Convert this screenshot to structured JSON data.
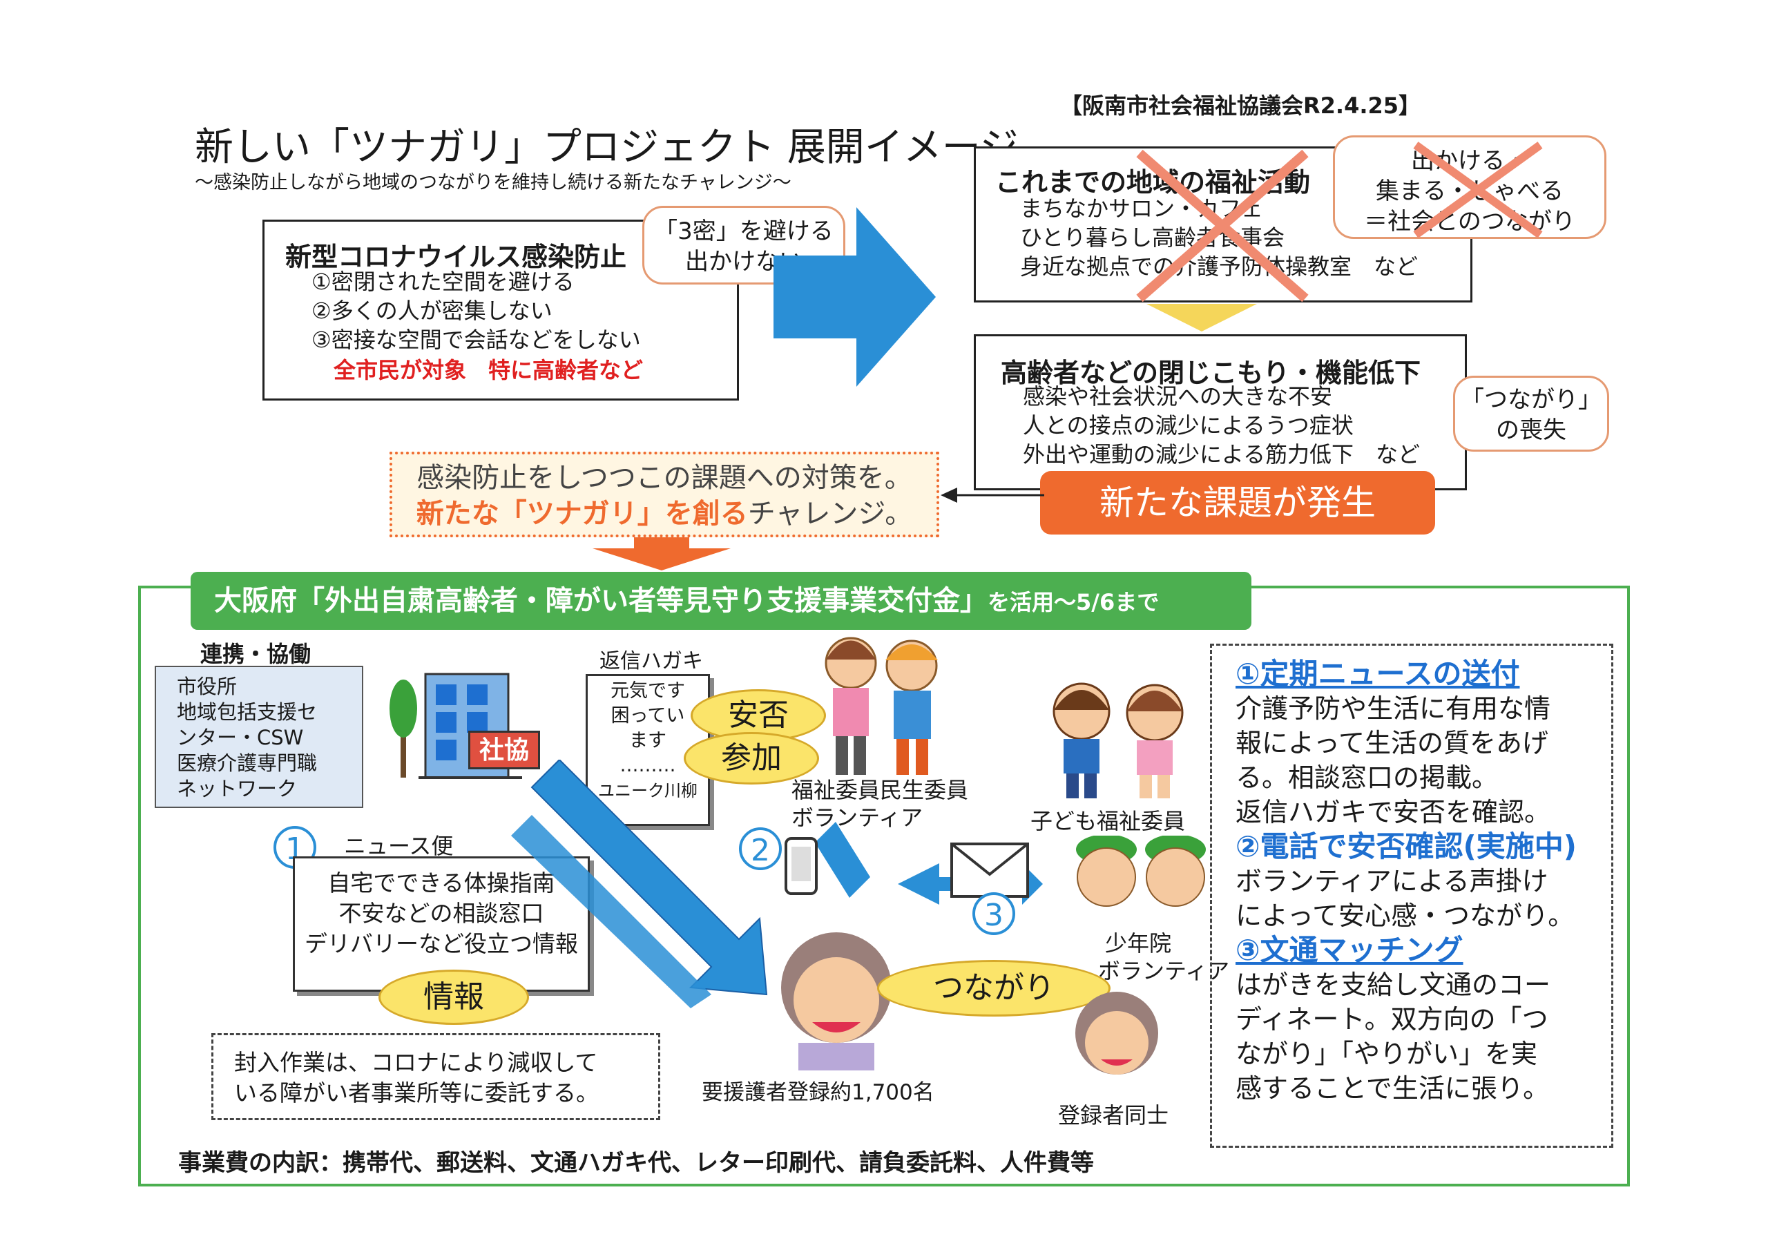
{
  "header": {
    "org": "【阪南市社会福祉協議会R2.4.25】",
    "title": "新しい「ツナガリ」プロジェクト 展開イメージ",
    "subtitle": "〜感染防止しながら地域のつながりを維持し続ける新たなチャレンジ〜"
  },
  "corona": {
    "title": "新型コロナウイルス感染防止",
    "items": [
      "①密閉された空間を避ける",
      "②多くの人が密集しない",
      "③密接な空間で会話などをしない"
    ],
    "target": "全市民が対象　特に高齢者など",
    "bubble": [
      "「3密」を避ける",
      "出かけない"
    ]
  },
  "activities": {
    "title": "これまでの地域の福祉活動",
    "items": [
      "まちなかサロン・カフェ",
      "ひとり暮らし高齢者食事会",
      "身近な拠点での介護予防体操教室　など"
    ],
    "bubble": [
      "出かける・",
      "集まる・しゃべる",
      "＝社会とのつながり"
    ]
  },
  "decline": {
    "title": "高齢者などの閉じこもり・機能低下",
    "items": [
      "感染や社会状況への大きな不安",
      "人との接点の減少によるうつ症状",
      "外出や運動の減少による筋力低下　など"
    ],
    "bubble": [
      "「つながり」",
      "の喪失"
    ],
    "new_issue": "新たな課題が発生"
  },
  "challenge": {
    "line1": "感染防止をしつつこの課題への対策を。",
    "line2_emph": "新たな「ツナガリ」を創る",
    "line2_rest": "チャレンジ。"
  },
  "banner": {
    "main": "大阪府「外出自粛高齢者・障がい者等見守り支援事業交付金」",
    "suffix": "を活用〜5/6まで"
  },
  "partners": {
    "heading": "連携・協働",
    "lines": [
      "市役所",
      "地域包括支援セ",
      "ンター・CSW",
      "医療介護専門職",
      "ネットワーク"
    ],
    "building_label": "社協"
  },
  "postcard": {
    "heading": "返信ハガキ",
    "lines": [
      "元気です",
      "困ってい",
      "ます",
      "………",
      "ユニーク川柳"
    ],
    "pill1": "安否",
    "pill2": "参加"
  },
  "news": {
    "number": "1",
    "label": "ニュース便",
    "lines": [
      "自宅でできる体操指南",
      "不安などの相談窓口",
      "デリバリーなど役立つ情報"
    ],
    "pill": "情報",
    "note": [
      "封入作業は、コロナにより減収して",
      "いる障がい者事業所等に委託する。"
    ]
  },
  "center": {
    "num2": "2",
    "num3": "3",
    "volunteers": [
      "福祉委員民生委員",
      "ボランティア"
    ],
    "kids": "子ども福祉委員",
    "youth": [
      "少年院",
      "ボランティア"
    ],
    "tsunagari": "つながり",
    "elder": "要援護者登録約1,700名",
    "peers": "登録者同士"
  },
  "right_panel": {
    "h1": "①定期ニュースの送付",
    "p1": [
      "介護予防や生活に有用な情",
      "報によって生活の質をあげ",
      "る。相談窓口の掲載。",
      "返信ハガキで安否を確認。"
    ],
    "h2": "②電話で安否確認(実施中)",
    "p2": [
      "ボランティアによる声掛け",
      "によって安心感・つながり。"
    ],
    "h3": "③文通マッチング",
    "p3": [
      "はがきを支給し文通のコー",
      "ディネート。双方向の「つ",
      "ながり」「やりがい」を実",
      "感することで生活に張り。"
    ]
  },
  "footer": "事業費の内訳：携帯代、郵送料、文通ハガキ代、レター印刷代、請負委託料、人件費等",
  "colors": {
    "accent_blue": "#2a8fd6",
    "green_frame": "#4caf50",
    "orange": "#ef6a2e",
    "red_text": "#e02020"
  }
}
